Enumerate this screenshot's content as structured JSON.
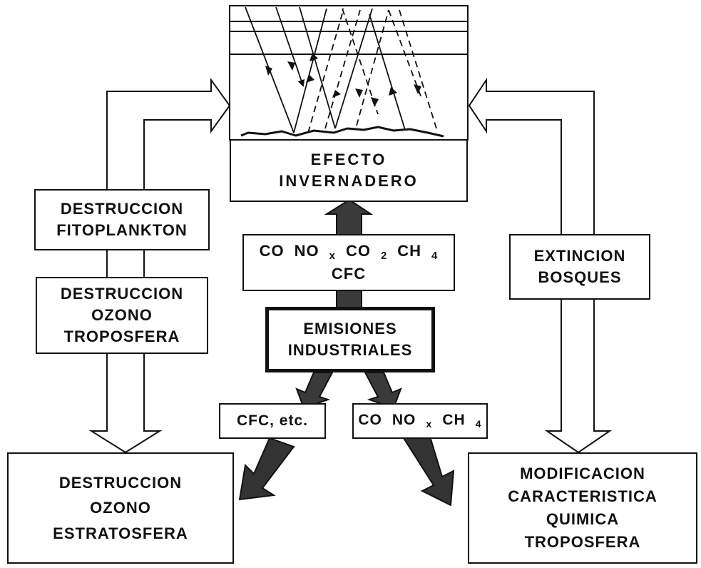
{
  "greenhouse_box": {
    "line1": "EFECTO",
    "line2": "INVERNADERO"
  },
  "emissions_gases": {
    "co": "CO",
    "nox_main": "NO",
    "nox_sub": "x",
    "co2_main": "CO",
    "co2_sub": "2",
    "ch4_main": "CH",
    "ch4_sub": "4",
    "line2": "CFC"
  },
  "industrial_emissions": {
    "line1": "EMISIONES",
    "line2": "INDUSTRIALES"
  },
  "phytoplankton_box": {
    "line1": "DESTRUCCION",
    "line2": "FITOPLANKTON"
  },
  "tropo_ozone_box": {
    "line1": "DESTRUCCION",
    "line2": "OZONO",
    "line3": "TROPOSFERA"
  },
  "forest_box": {
    "line1": "EXTINCION",
    "line2": "BOSQUES"
  },
  "cfc_box": {
    "label": "CFC, etc."
  },
  "gases_box": {
    "co": "CO",
    "nox_main": "NO",
    "nox_sub": "x",
    "ch4_main": "CH",
    "ch4_sub": "4"
  },
  "strato_ozone_box": {
    "line1": "DESTRUCCION",
    "line2": "OZONO",
    "line3": "ESTRATOSFERA"
  },
  "chemistry_box": {
    "line1": "MODIFICACION",
    "line2": "CARACTERISTICA",
    "line3": "QUIMICA",
    "line4": "TROPOSFERA"
  }
}
